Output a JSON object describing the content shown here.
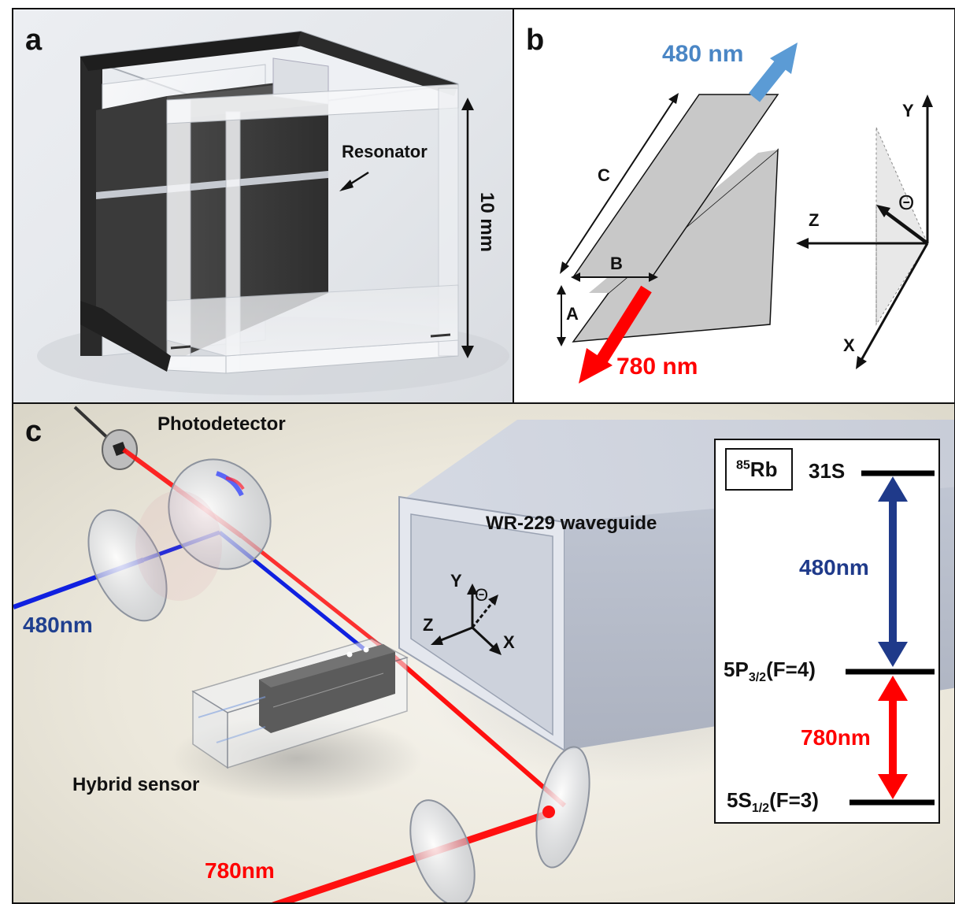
{
  "panel_a": {
    "label": "a",
    "resonator_label": "Resonator",
    "dimension_label": "10 mm"
  },
  "panel_b": {
    "label": "b",
    "beam_480": "480 nm",
    "beam_780": "780 nm",
    "dim_a": "A",
    "dim_b": "B",
    "dim_c": "C",
    "axis_x": "X",
    "axis_y": "Y",
    "axis_z": "Z",
    "angle": "Θ",
    "colors": {
      "blue_beam": "#5b9bd5",
      "red_beam": "#ff0000",
      "plate": "#c8c8c8"
    }
  },
  "panel_c": {
    "label": "c",
    "photodetector": "Photodetector",
    "waveguide": "WR-229 waveguide",
    "hybrid_sensor": "Hybrid sensor",
    "beam_480": "480nm",
    "beam_780": "780nm",
    "axis_x": "X",
    "axis_y": "Y",
    "axis_z": "Z",
    "angle": "Θ",
    "colors": {
      "blue_beam": "#1020e0",
      "red_beam": "#ff1010",
      "label_blue": "#1f3f8f",
      "label_red": "#ff0000"
    },
    "inset": {
      "isotope_mass": "85",
      "isotope_symbol": "Rb",
      "level_top": "31S",
      "level_mid_main": "5P",
      "level_mid_sub": "3/2",
      "level_mid_suffix": "(F=4)",
      "level_bot_main": "5S",
      "level_bot_sub": "1/2",
      "level_bot_suffix": "(F=3)",
      "transition_upper": "480nm",
      "transition_lower": "780nm",
      "colors": {
        "upper": "#1f3a8a",
        "lower": "#ff0000"
      }
    }
  }
}
